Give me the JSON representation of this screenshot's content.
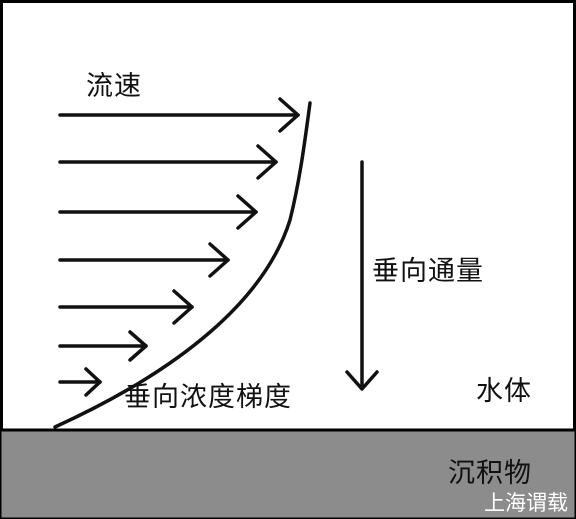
{
  "labels": {
    "velocity": "流速",
    "vertical_flux": "垂向通量",
    "vertical_concentration_gradient": "垂向浓度梯度",
    "water_body": "水体",
    "sediment": "沉积物"
  },
  "watermark": "上海谓载",
  "velocity_profile": {
    "arrow_count": 7,
    "description_levels": [
      1,
      2,
      3,
      4,
      5,
      6,
      7
    ]
  },
  "colors": {
    "background": "#ffffff",
    "ink": "#111111",
    "sediment_fill": "#8c8c8c",
    "border": "#000000"
  }
}
